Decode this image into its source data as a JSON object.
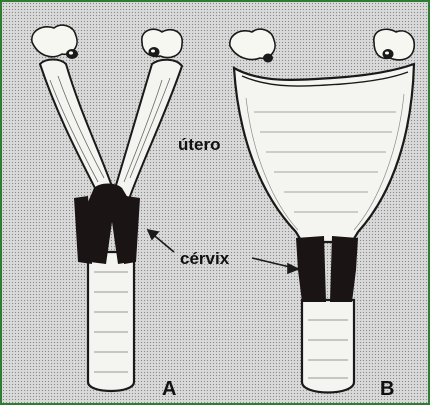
{
  "colors": {
    "frame_border": "#2e7d32",
    "background": "#d9d9d9",
    "organ_fill": "#f4f4f0",
    "cervix_fill": "#1a1414",
    "ink": "#1a1a1a"
  },
  "labels": {
    "uterus": "útero",
    "cervix": "cérvix",
    "panel_a": "A",
    "panel_b": "B"
  }
}
